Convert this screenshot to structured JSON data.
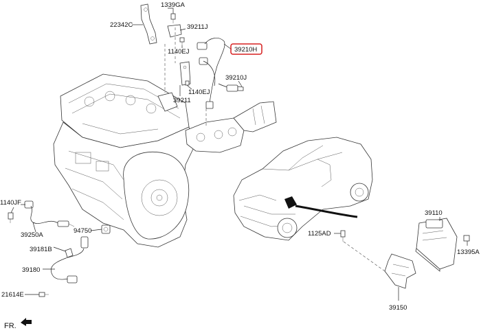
{
  "labels": {
    "p1339GA": "1339GA",
    "p22342C": "22342C",
    "p39211J": "39211J",
    "p39210H": "39210H",
    "p1140EJ_a": "1140EJ",
    "p39210J": "39210J",
    "p1140EJ_b": "1140EJ",
    "p39211": "39211",
    "p1140JF": "1140JF",
    "p39250A": "39250A",
    "p94750": "94750",
    "p39181B": "39181B",
    "p39180": "39180",
    "p21614E": "21614E",
    "p1125AD": "1125AD",
    "p39110": "39110",
    "p13395A": "13395A",
    "p39150": "39150"
  },
  "direction_marker": "FR.",
  "highlight_color": "#d61f1f"
}
